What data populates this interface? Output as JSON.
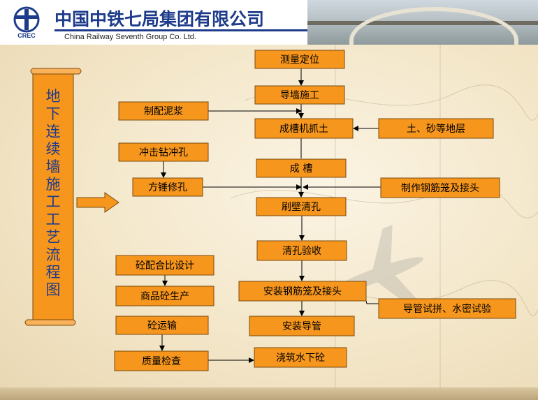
{
  "header": {
    "company_cn": "中国中铁七局集团有限公司",
    "company_en": "China Railway Seventh Group Co. Ltd.",
    "logo_text": "CREC"
  },
  "scroll_title": "地下连续墙施工工艺流程图",
  "colors": {
    "box_fill": "#f7961d",
    "box_stroke": "#7a4b10",
    "scroll_fill": "#f7961d",
    "title_text": "#1d3b8a",
    "scroll_text": "#1d3b8a"
  },
  "nodes": [
    {
      "id": "cl",
      "label": "测量定位"
    },
    {
      "id": "dq",
      "label": "导墙施工"
    },
    {
      "id": "nj",
      "label": "制配泥浆"
    },
    {
      "id": "cz",
      "label": "成槽机抓土"
    },
    {
      "id": "ts",
      "label": "土、砂等地层"
    },
    {
      "id": "cj",
      "label": "冲击钻冲孔"
    },
    {
      "id": "cc",
      "label": "成  槽"
    },
    {
      "id": "fc",
      "label": "方锤修孔"
    },
    {
      "id": "zz",
      "label": "制作钢筋笼及接头"
    },
    {
      "id": "sb",
      "label": "刷壁清孔"
    },
    {
      "id": "qk",
      "label": "清孔验收"
    },
    {
      "id": "hp",
      "label": "砼配合比设计"
    },
    {
      "id": "az",
      "label": "安装钢筋笼及接头"
    },
    {
      "id": "sp",
      "label": "商品砼生产"
    },
    {
      "id": "dg",
      "label": "导管试拼、水密试验"
    },
    {
      "id": "ys",
      "label": "砼运输"
    },
    {
      "id": "ad",
      "label": "安装导管"
    },
    {
      "id": "zl",
      "label": "质量检查"
    },
    {
      "id": "jz",
      "label": "浇筑水下砼"
    }
  ]
}
